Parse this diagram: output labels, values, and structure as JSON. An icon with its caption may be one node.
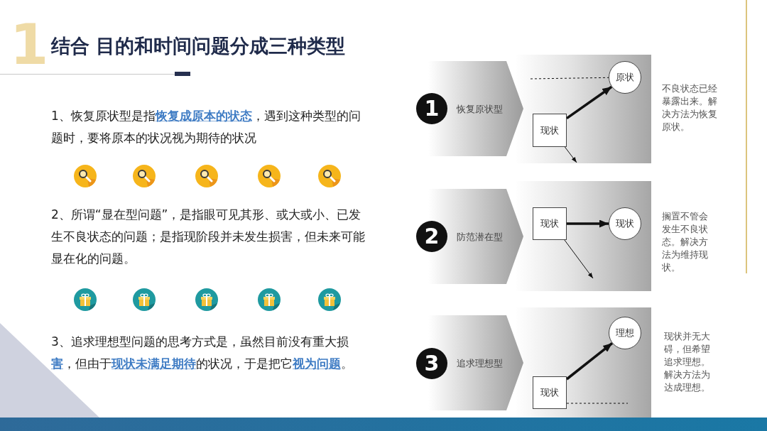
{
  "diagram": {
    "title": "结合 目的和时间问题分成三种类型",
    "nodes": [
      {
        "text": [
          "1"
        ]
      },
      {
        "text": [
          "恢复原状型"
        ]
      },
      {
        "text": [
          "现状"
        ]
      },
      {
        "text": [
          "原状"
        ]
      },
      {
        "text": [
          "2"
        ]
      },
      {
        "text": [
          "防范潜在型"
        ]
      },
      {
        "text": [
          "现状"
        ]
      },
      {
        "text": [
          "现状"
        ]
      },
      {
        "text": [
          "3"
        ]
      },
      {
        "text": [
          "追求理想型"
        ]
      },
      {
        "text": [
          "现状"
        ]
      },
      {
        "text": [
          "理想"
        ]
      }
    ],
    "edges": [
      {
        "from": 2,
        "to": 3,
        "arrow": "to",
        "style": "thick"
      },
      {
        "from": 2,
        "to": null,
        "arrow": "to"
      },
      {
        "from": null,
        "to": 3,
        "arrow": "none",
        "style": "dashed"
      },
      {
        "from": 6,
        "to": 7,
        "arrow": "to",
        "style": "thick"
      },
      {
        "from": 6,
        "to": null,
        "arrow": "to"
      },
      {
        "from": 10,
        "to": 11,
        "arrow": "to",
        "style": "thick"
      },
      {
        "from": 10,
        "to": null,
        "arrow": "none",
        "style": "dashed"
      }
    ],
    "labels": [
      "1",
      "1、恢复原状型是指**恢复成原本的状态**，遇到这种类型的问题时，要将原本的状况视为期待的状况",
      "2、所谓“显在型问题”，是指眼可见其形、或大或小、已发生不良状态的问题；是指现阶段并未发生损害，但未来可能显在化的问题。",
      "3、追求理想型问题的思考方式是，虽然目前没有重大损**害**，但由于**现状未满足期待**的状况，于是把它**视为问题**。",
      "不良状态已经暴露出来。解决方法为恢复原状。",
      "搁置不管会发生不良状态。解决方法为维持现状。",
      "现状并无大碍，但希望追求理想。解决方法为达成理想。"
    ]
  }
}
